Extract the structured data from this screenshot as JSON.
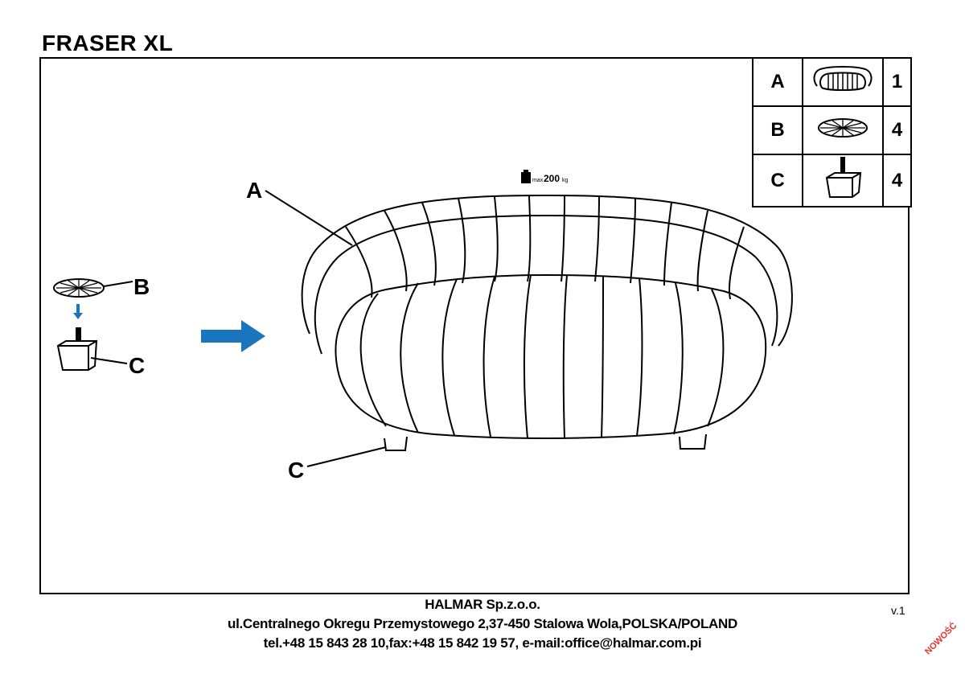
{
  "document": {
    "title": "FRASER XL",
    "version": "v.1",
    "stamp": "NOWOŚĆ"
  },
  "parts": [
    {
      "letter": "A",
      "qty": "1",
      "icon": "sofa-icon"
    },
    {
      "letter": "B",
      "qty": "4",
      "icon": "felt-pad-icon"
    },
    {
      "letter": "C",
      "qty": "4",
      "icon": "leg-icon"
    }
  ],
  "diagram": {
    "label_a": "A",
    "label_b": "B",
    "label_c_left": "C",
    "label_c_main": "C",
    "load_prefix": "max",
    "load_value": "200",
    "load_unit": "kg"
  },
  "footer": {
    "company": "HALMAR Sp.z.o.o.",
    "address": "ul.Centralnego Okregu Przemystowego 2,37-450 Stalowa Wola,POLSKA/POLAND",
    "contact": "tel.+48 15 843 28 10,fax:+48 15 842 19 57, e-mail:office@halmar.com.pi"
  },
  "colors": {
    "arrow": "#1b75bc",
    "stamp": "#e6332a"
  }
}
